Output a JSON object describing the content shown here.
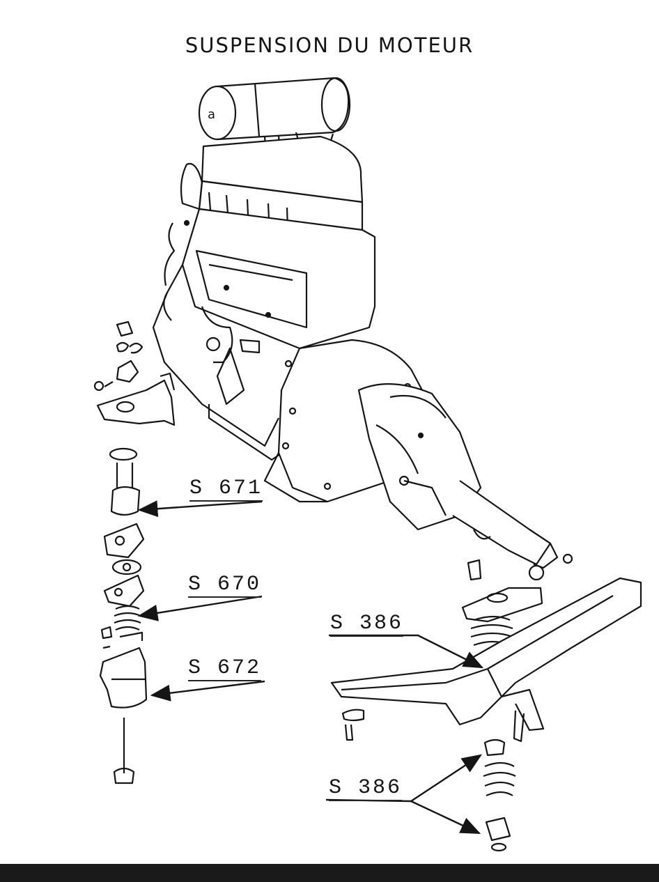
{
  "title": "SUSPENSION DU MOTEUR",
  "callouts": {
    "s671": "S 671",
    "s670": "S 670",
    "s672": "S 672",
    "s386_top": "S 386",
    "s386_bottom": "S 386"
  },
  "colors": {
    "ink": "#151515",
    "paper": "#ffffff",
    "scan_bar": "#1a1a1a"
  }
}
